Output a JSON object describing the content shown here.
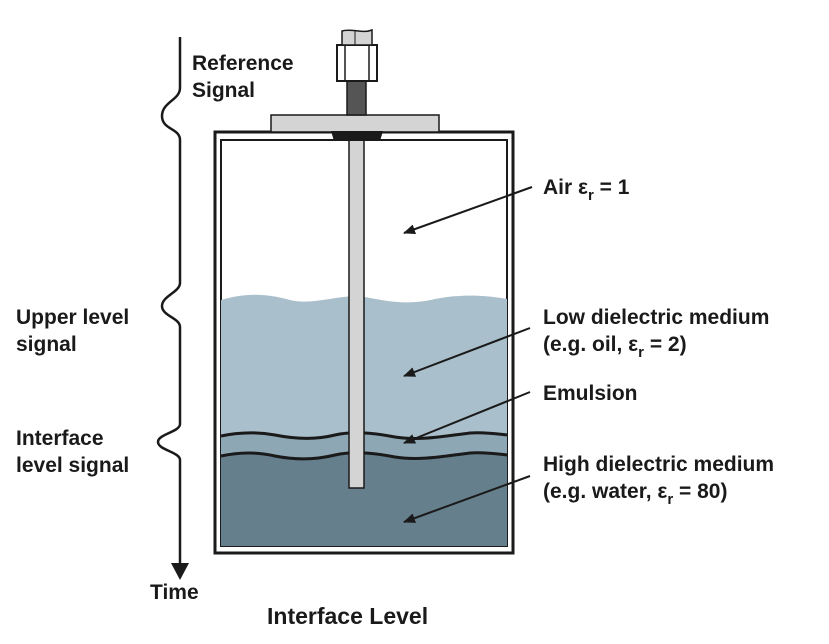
{
  "labels": {
    "reference_signal": [
      "Reference",
      "Signal"
    ],
    "upper_level_signal": [
      "Upper level",
      "signal"
    ],
    "interface_level_signal": [
      "Interface",
      "level signal"
    ],
    "time": "Time",
    "title": "Interface Level"
  },
  "media": {
    "air": {
      "prefix": "Air ",
      "eps": "ε",
      "sub": "r",
      "suffix": " = 1"
    },
    "low_dielectric": {
      "name": "Low dielectric medium",
      "prefix": "(e.g. oil, ",
      "eps": "ε",
      "sub": "r",
      "suffix": " = 2)"
    },
    "emulsion": {
      "name": "Emulsion"
    },
    "high_dielectric": {
      "name": "High dielectric medium",
      "prefix": "(e.g. water, ",
      "eps": "ε",
      "sub": "r",
      "suffix": " = 80)"
    }
  },
  "colors": {
    "oil": "#a9bfcb",
    "emulsion": "#8ea7b4",
    "water": "#667f8d",
    "probe": "#d4d4d4",
    "outline": "#1a1a1a"
  }
}
